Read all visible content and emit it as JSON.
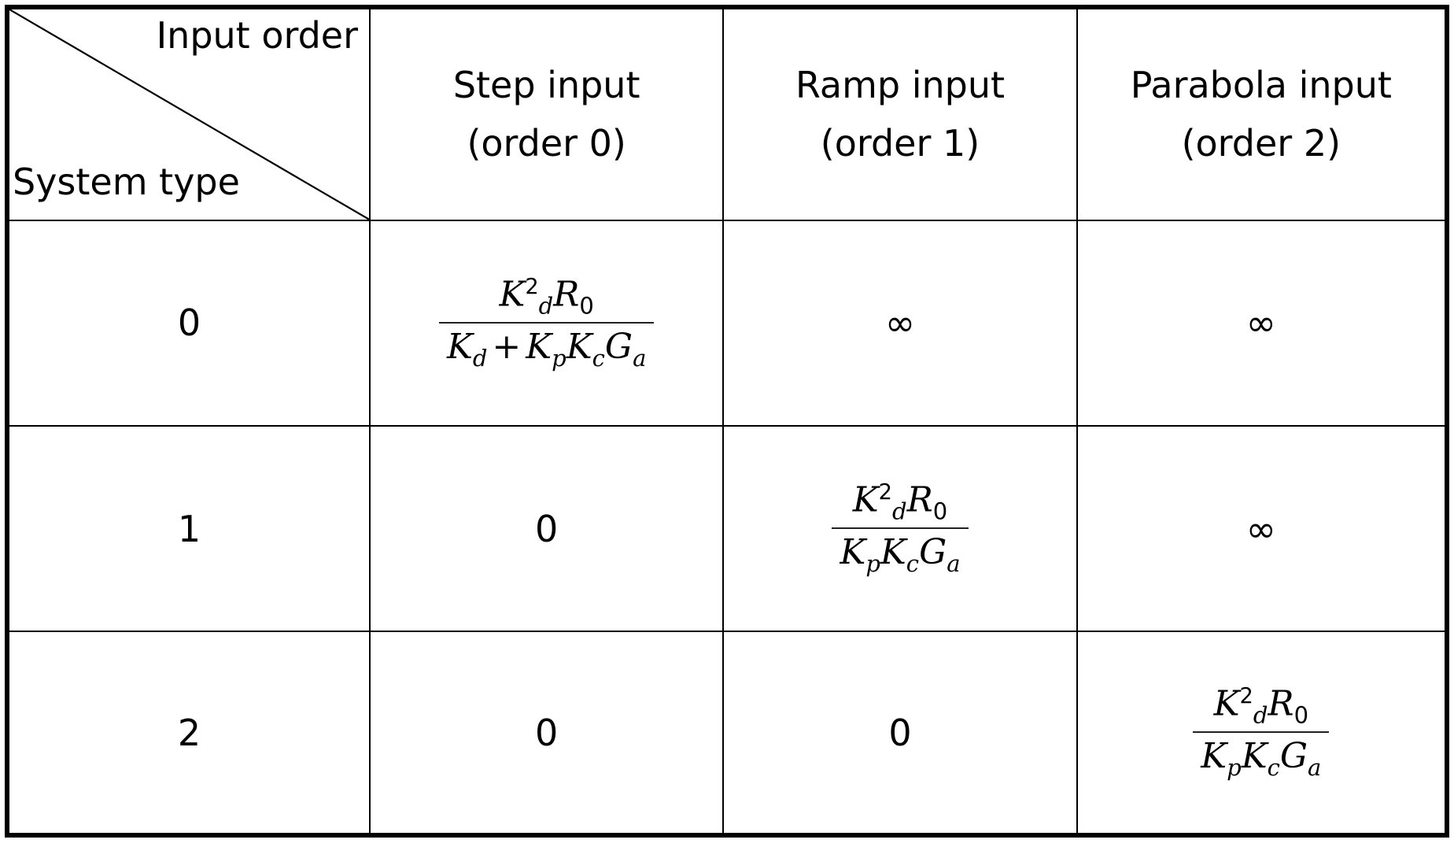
{
  "table": {
    "corner": {
      "top_label": "Input order",
      "bottom_label": "System type",
      "diagonal": "diagonal-divider"
    },
    "columns": [
      {
        "title": "Step input",
        "subtitle": "(order 0)"
      },
      {
        "title": "Ramp input",
        "subtitle": "(order 1)"
      },
      {
        "title": "Parabola input",
        "subtitle": "(order 2)"
      }
    ],
    "rows": [
      {
        "system_type": "0",
        "cells": [
          {
            "kind": "fraction",
            "numerator": {
              "base1": "K",
              "sup1": "2",
              "sub1": "d",
              "base2": "R",
              "sub2": "0"
            },
            "denominator": {
              "text": "K_d + K_p K_c G_a",
              "terms": [
                "K",
                "d",
                "+",
                "K",
                "p",
                "K",
                "c",
                "G",
                "a"
              ]
            }
          },
          {
            "kind": "symbol",
            "value": "∞"
          },
          {
            "kind": "symbol",
            "value": "∞"
          }
        ]
      },
      {
        "system_type": "1",
        "cells": [
          {
            "kind": "plain",
            "value": "0"
          },
          {
            "kind": "fraction",
            "numerator": {
              "base1": "K",
              "sup1": "2",
              "sub1": "d",
              "base2": "R",
              "sub2": "0"
            },
            "denominator": {
              "text": "K_p K_c G_a",
              "terms": [
                "K",
                "p",
                "K",
                "c",
                "G",
                "a"
              ]
            }
          },
          {
            "kind": "symbol",
            "value": "∞"
          }
        ]
      },
      {
        "system_type": "2",
        "cells": [
          {
            "kind": "plain",
            "value": "0"
          },
          {
            "kind": "plain",
            "value": "0"
          },
          {
            "kind": "fraction",
            "numerator": {
              "base1": "K",
              "sup1": "2",
              "sub1": "d",
              "base2": "R",
              "sub2": "0"
            },
            "denominator": {
              "text": "K_p K_c G_a",
              "terms": [
                "K",
                "p",
                "K",
                "c",
                "G",
                "a"
              ]
            }
          }
        ]
      }
    ],
    "colors": {
      "border": "#000000",
      "text": "#000000",
      "background": "#ffffff",
      "fraction_bar": "#222222"
    }
  }
}
